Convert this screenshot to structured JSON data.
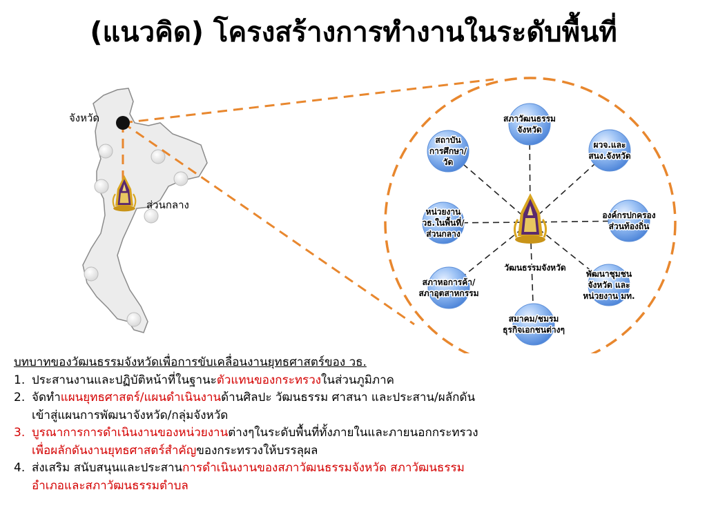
{
  "title": "(แนวคิด) โครงสร้างการทำงานในระดับพื้นที่",
  "map": {
    "province_label": "จังหวัด",
    "central_label": "ส่วนกลาง"
  },
  "center": {
    "label": "วัฒนธรรมจังหวัด"
  },
  "partners": [
    {
      "lines": [
        "สภาวัฒนธรรม",
        "จังหวัด"
      ]
    },
    {
      "lines": [
        "ผวจ.และ",
        "สนง.จังหวัด"
      ]
    },
    {
      "lines": [
        "องค์กรปกครอง",
        "ส่วนท้องถิ่น"
      ]
    },
    {
      "lines": [
        "พัฒนาชุมชน",
        "จังหวัด และ",
        "หน่วยงาน มท."
      ]
    },
    {
      "lines": [
        "สมาคม/ชมรม",
        "ธุรกิจเอกชนต่างๆ"
      ]
    },
    {
      "lines": [
        "สภาหอการค้า/",
        "สภาอุตสาหกรรม"
      ]
    },
    {
      "lines": [
        "หน่วยงาน",
        "วธ.ในพื้นที่/",
        "ส่วนกลาง"
      ]
    },
    {
      "lines": [
        "สถาบัน",
        "การศึกษา/",
        "วัด"
      ]
    }
  ],
  "roles_heading": "บทบาทของวัฒนธรรมจังหวัดเพื่อการขับเคลื่อนงานยุทธศาสตร์ของ วธ.",
  "roles": [
    {
      "number": "1.",
      "number_red": false,
      "lines": [
        [
          {
            "text": "ประสานงานและปฏิบัติหน้าที่ในฐานะ",
            "red": false
          },
          {
            "text": "ตัวแทนของกระทรวง",
            "red": true
          },
          {
            "text": "ในส่วนภูมิภาค",
            "red": false
          }
        ]
      ]
    },
    {
      "number": "2.",
      "number_red": false,
      "lines": [
        [
          {
            "text": "จัดทำ",
            "red": false
          },
          {
            "text": "แผนยุทธศาสตร์/แผนดำเนินงาน",
            "red": true
          },
          {
            "text": "ด้านศิลปะ วัฒนธรรม ศาสนา และประสาน/ผลักดัน",
            "red": false
          }
        ],
        [
          {
            "text": "เข้าสู่แผนการพัฒนาจังหวัด/กลุ่มจังหวัด",
            "red": false
          }
        ]
      ]
    },
    {
      "number": "3.",
      "number_red": true,
      "lines": [
        [
          {
            "text": "บูรณาการการดำเนินงานของหน่วยงาน",
            "red": true
          },
          {
            "text": "ต่างๆในระดับพื้นที่ทั้งภายในและภายนอกกระทรวง",
            "red": false
          }
        ],
        [
          {
            "text": "เพื่อผลักดันงานยุทธศาสตร์สำคัญ",
            "red": true
          },
          {
            "text": "ของกระทรวงให้บรรลุผล",
            "red": false
          }
        ]
      ]
    },
    {
      "number": "4.",
      "number_red": false,
      "lines": [
        [
          {
            "text": "ส่งเสริม สนับสนุนและประสาน",
            "red": false
          },
          {
            "text": "การดำเนินงานของสภาวัฒนธรรมจังหวัด สภาวัฒนธรรม",
            "red": true
          }
        ],
        [
          {
            "text": "อำเภอและสภาวัฒนธรรมตำบล",
            "red": true
          }
        ]
      ]
    }
  ],
  "colors": {
    "accent_orange": "#e8872e",
    "bubble_blue": "#6a9fe6",
    "emphasis_red": "#d40000",
    "emblem_purple": "#5a2a6e",
    "emblem_gold": "#d9a520"
  },
  "icons": [
    "thai-map",
    "ministry-emblem-icon",
    "province-dot-icon"
  ]
}
